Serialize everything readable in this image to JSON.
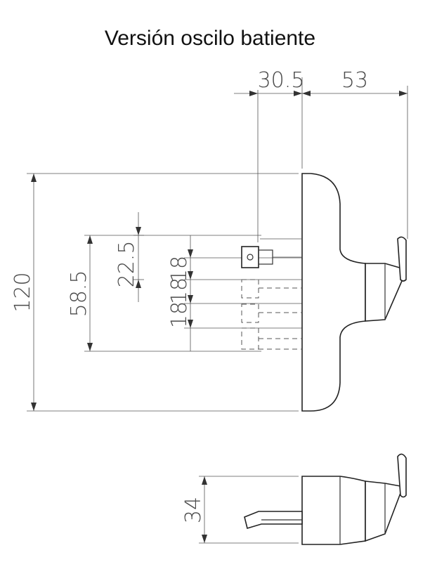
{
  "title": "Versión oscilo batiente",
  "dimensions": {
    "top_left": "30.5",
    "top_right": "53",
    "height_total": "120",
    "height_mid": "58.5",
    "height_upper": "22.5",
    "spacing_a": "18",
    "spacing_b": "18",
    "spacing_c": "18",
    "bottom_height": "34"
  }
}
